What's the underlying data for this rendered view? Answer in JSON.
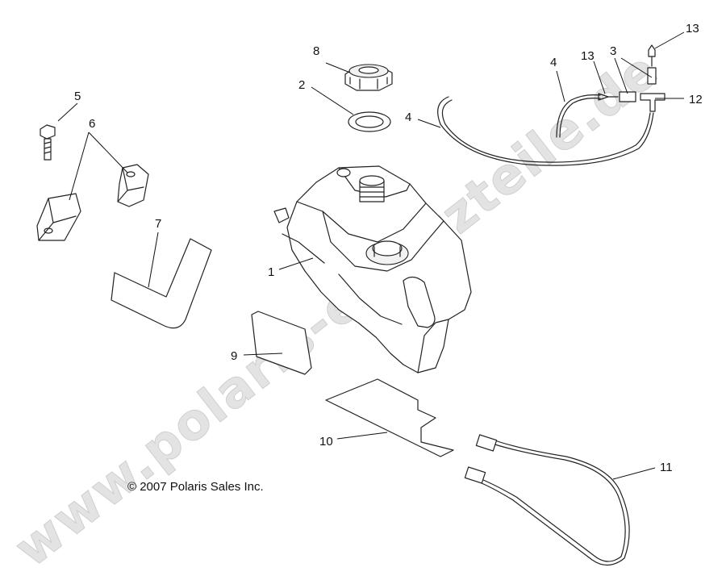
{
  "watermark": "www.polaris-ersatzteile.de",
  "copyright": "© 2007 Polaris Sales Inc.",
  "callouts": {
    "c1": "1",
    "c2": "2",
    "c3": "3",
    "c4a": "4",
    "c4b": "4",
    "c5": "5",
    "c6": "6",
    "c7": "7",
    "c8": "8",
    "c9": "9",
    "c10": "10",
    "c11": "11",
    "c12": "12",
    "c13a": "13",
    "c13b": "13"
  }
}
